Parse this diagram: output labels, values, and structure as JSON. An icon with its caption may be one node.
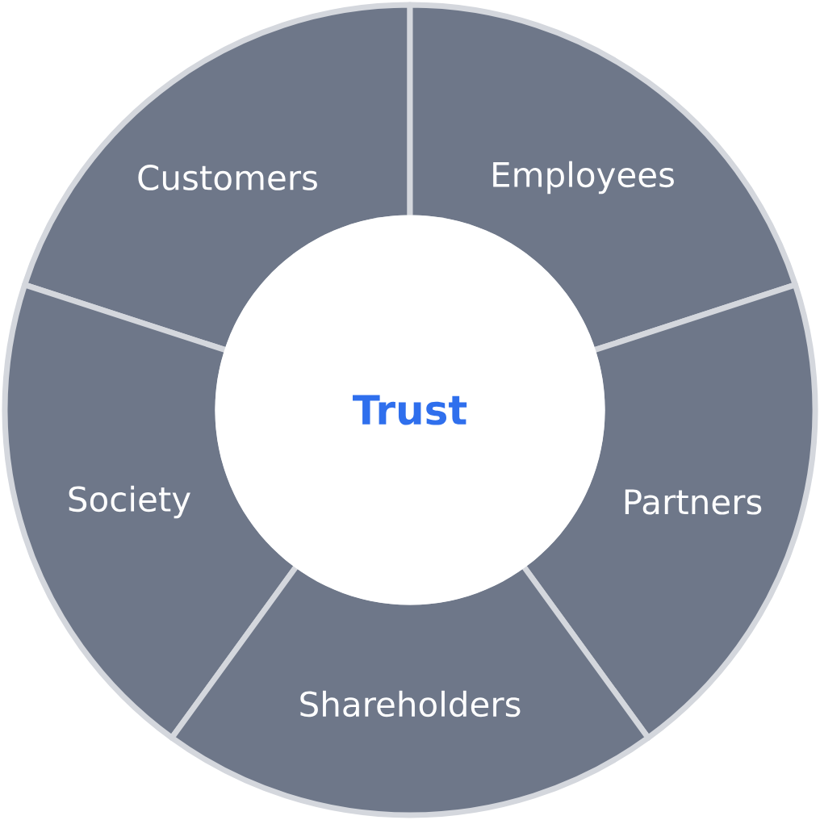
{
  "diagram": {
    "nodes": [
      {
        "text": [
          "Customers"
        ]
      },
      {
        "text": [
          "Employees"
        ]
      },
      {
        "text": [
          "Trust"
        ]
      },
      {
        "text": [
          "Society"
        ]
      },
      {
        "text": [
          "Partners"
        ]
      },
      {
        "text": [
          "Shareholders"
        ]
      }
    ]
  }
}
